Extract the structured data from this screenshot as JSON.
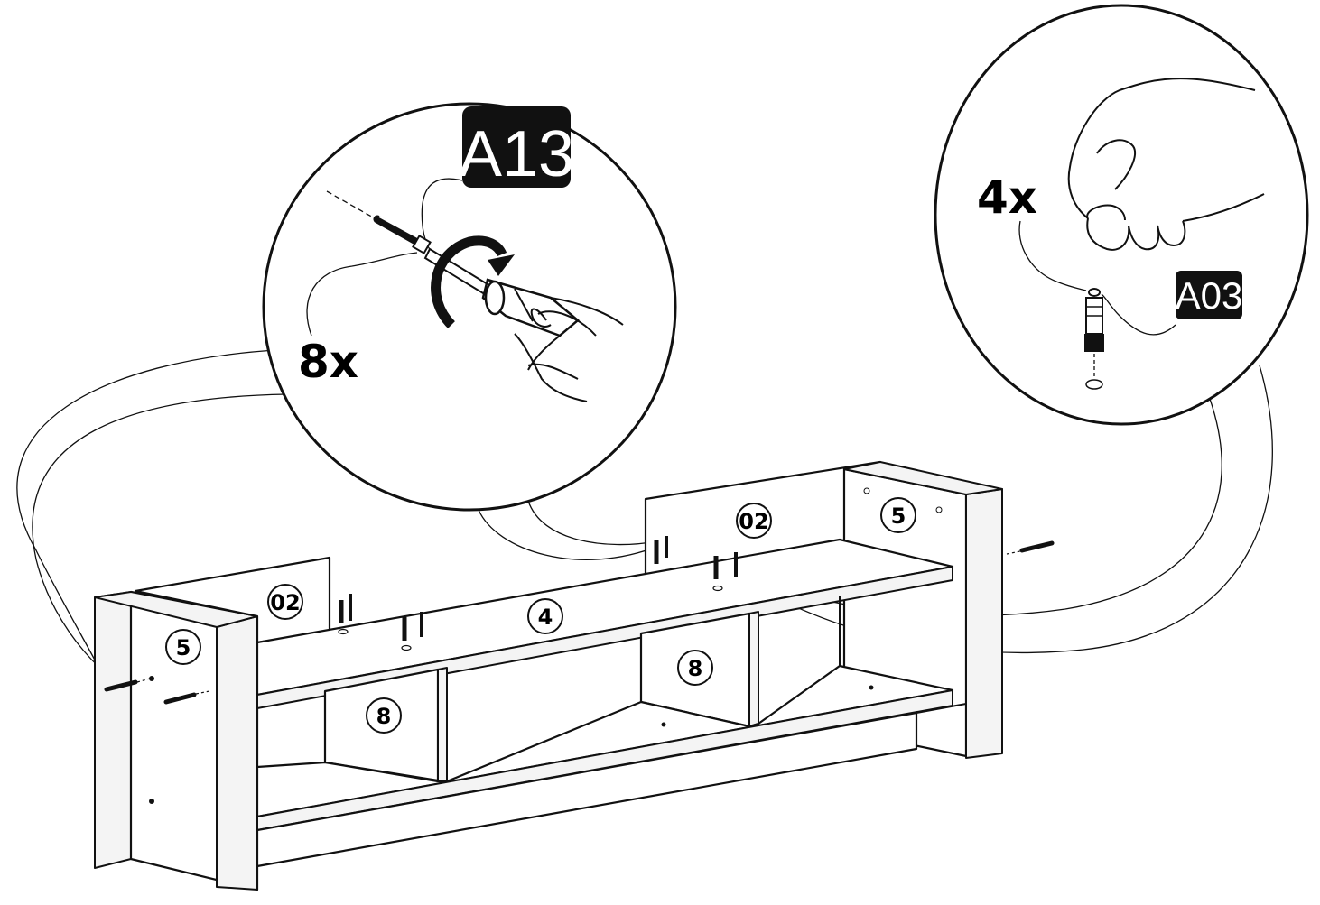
{
  "callouts": {
    "screwdriver_detail": {
      "part_code": "A13",
      "quantity": "8x",
      "icons": [
        "screwdriver-icon",
        "hand-icon",
        "screw-icon",
        "rotation-arrow-icon"
      ]
    },
    "dowel_detail": {
      "part_code": "A03",
      "quantity": "4x",
      "icons": [
        "hand-icon",
        "cam-dowel-icon",
        "hole-icon"
      ]
    }
  },
  "parts": {
    "back_panel_left": "02",
    "back_panel_right": "02",
    "side_panel_left": "5",
    "side_panel_right": "5",
    "shelf": "4",
    "divider_left": "8",
    "divider_right": "8"
  },
  "colors": {
    "ink": "#111111",
    "label_bg": "#111111",
    "label_text": "#ffffff",
    "paper": "#ffffff"
  }
}
